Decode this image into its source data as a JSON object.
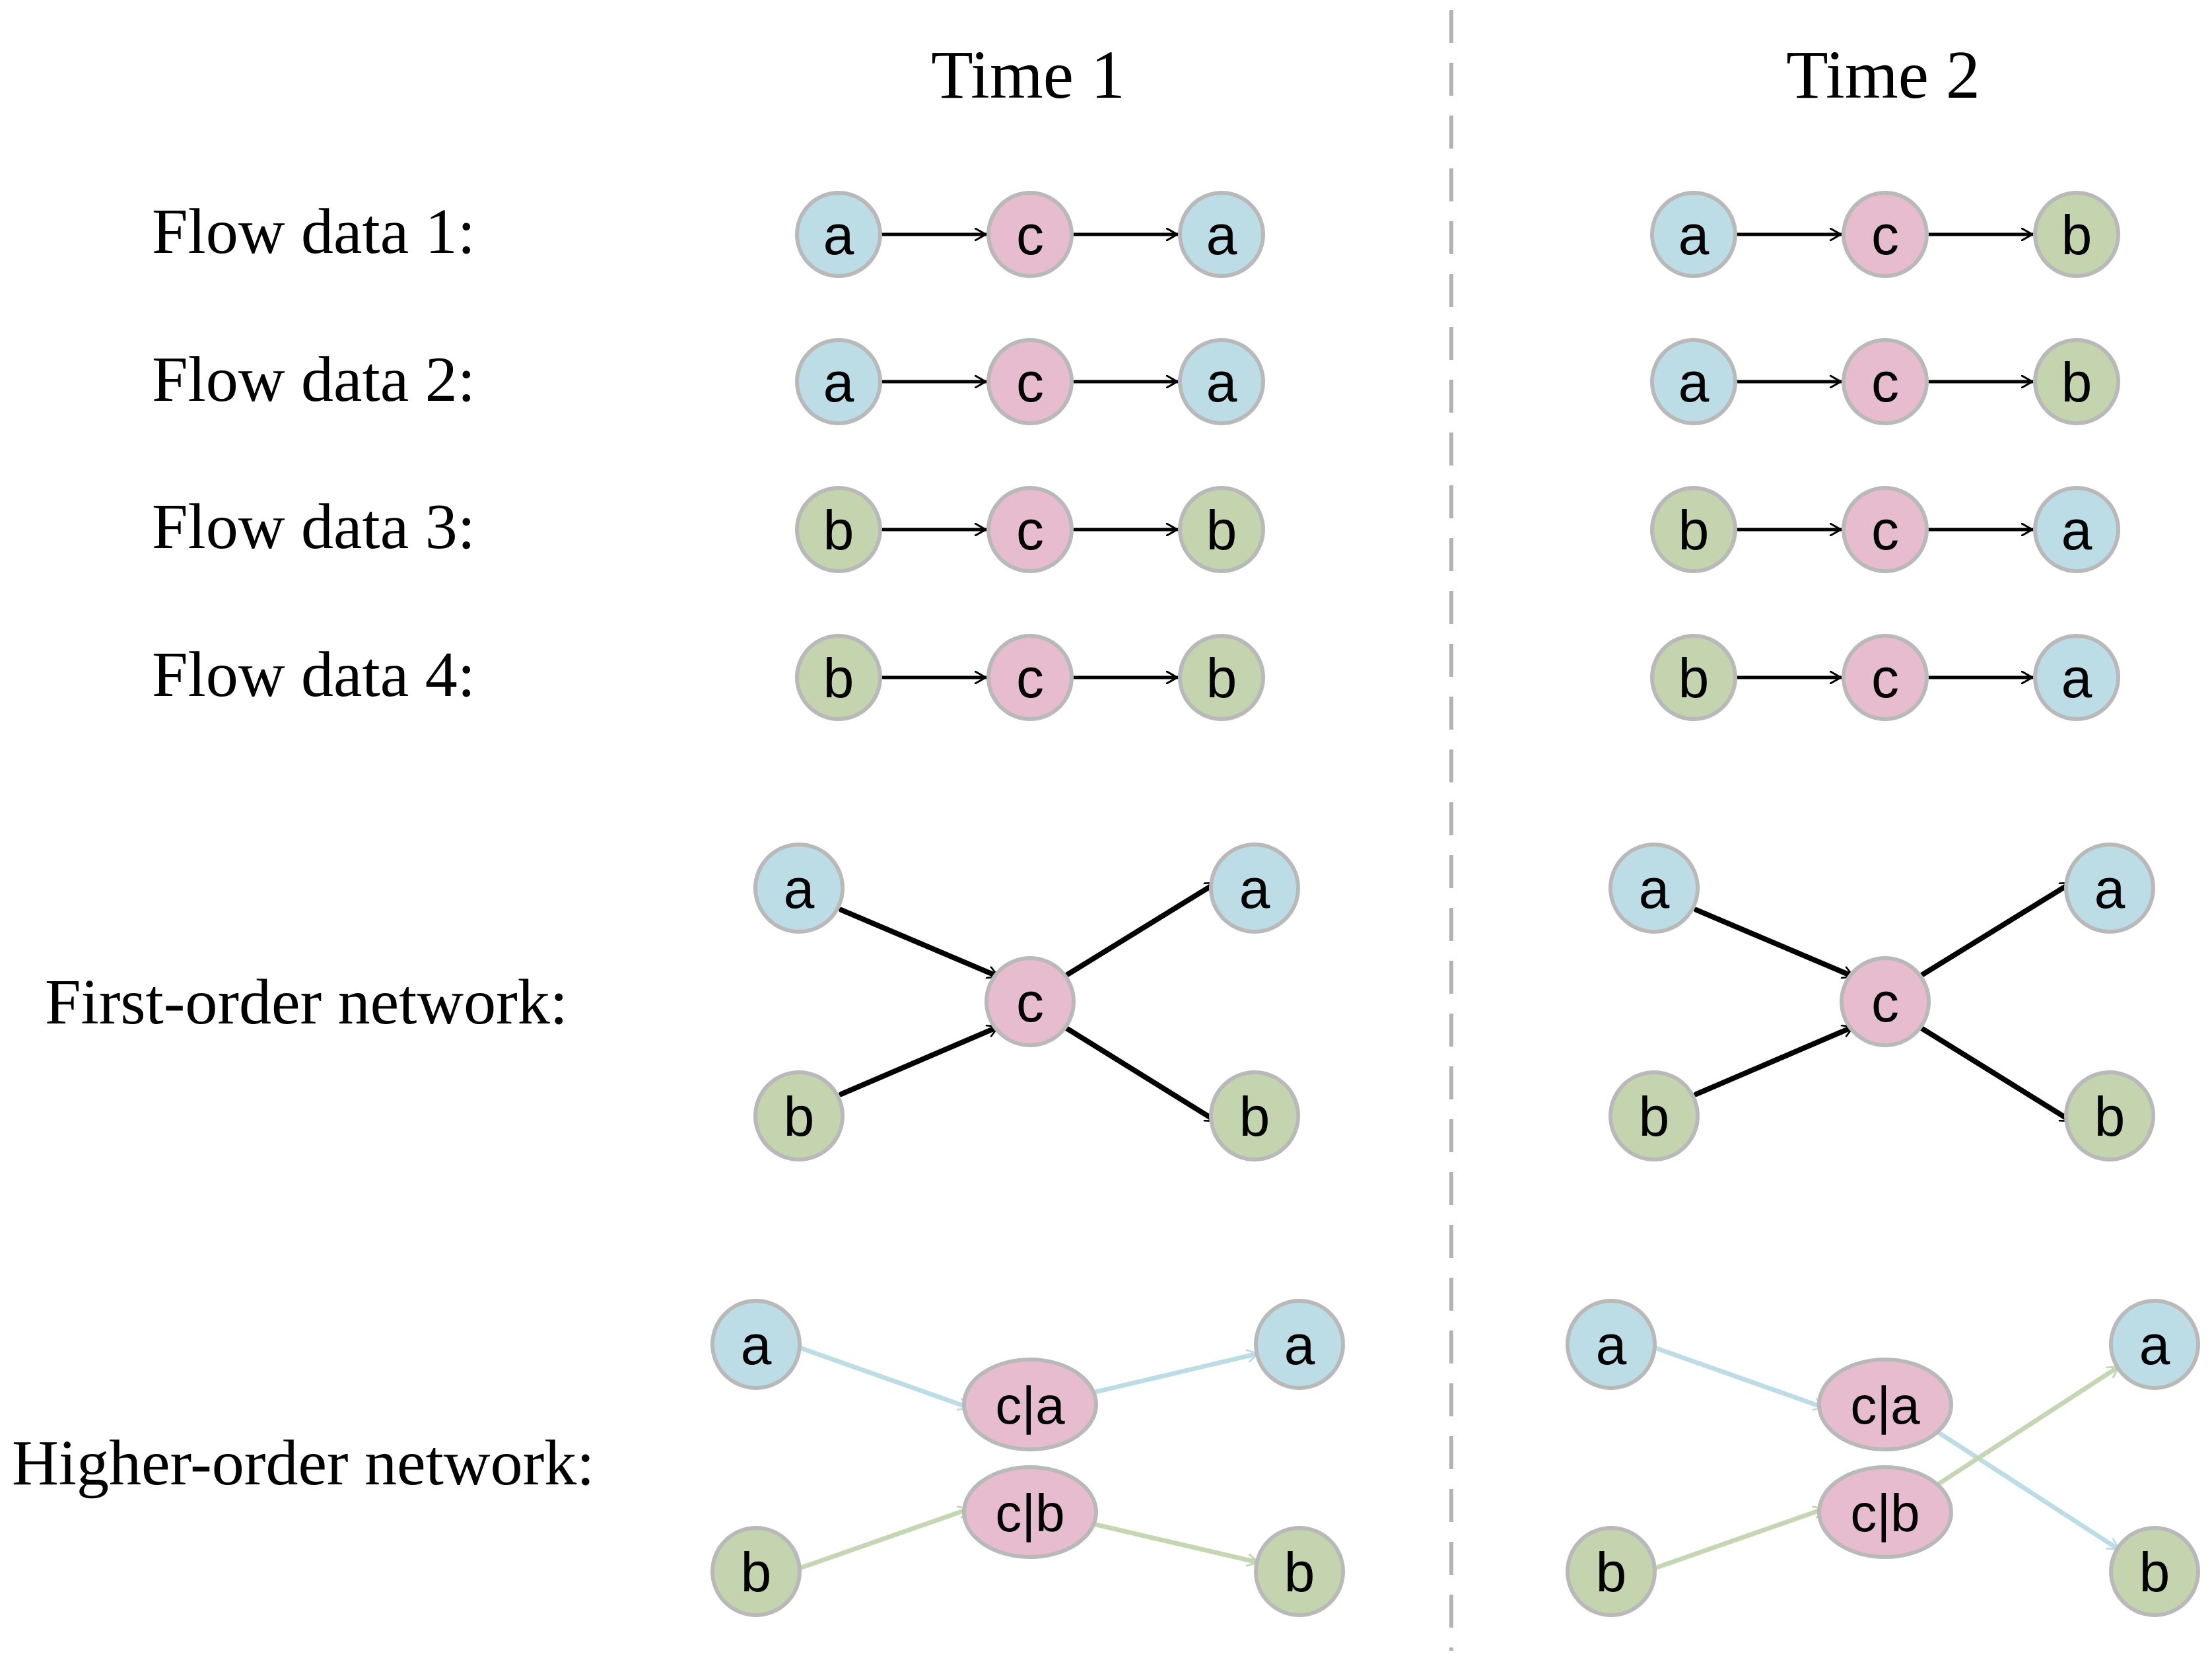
{
  "columns": [
    {
      "id": "t1",
      "title": "Time 1"
    },
    {
      "id": "t2",
      "title": "Time 2"
    }
  ],
  "colors": {
    "a": "#bddde6",
    "b": "#c3d4ae",
    "c": "#e7bccf",
    "node_stroke": "#b9b9b9",
    "edge_black": "#000000",
    "edge_a": "#bcdce6",
    "edge_b": "#c5d6b2",
    "divider": "#b3b3b3"
  },
  "flow_rows": [
    {
      "label": "Flow data 1:",
      "t1": [
        "a",
        "c",
        "a"
      ],
      "t2": [
        "a",
        "c",
        "b"
      ]
    },
    {
      "label": "Flow data 2:",
      "t1": [
        "a",
        "c",
        "a"
      ],
      "t2": [
        "a",
        "c",
        "b"
      ]
    },
    {
      "label": "Flow data 3:",
      "t1": [
        "b",
        "c",
        "b"
      ],
      "t2": [
        "b",
        "c",
        "a"
      ]
    },
    {
      "label": "Flow data 4:",
      "t1": [
        "b",
        "c",
        "b"
      ],
      "t2": [
        "b",
        "c",
        "a"
      ]
    }
  ],
  "first_order": {
    "label": "First-order network:",
    "nodes": {
      "in_top": "a",
      "in_bottom": "b",
      "center": "c",
      "out_top": "a",
      "out_bottom": "b"
    }
  },
  "higher_order": {
    "label": "Higher-order network:",
    "nodes": {
      "in_top": "a",
      "in_bottom": "b",
      "state_a": "c|a",
      "state_b": "c|b",
      "out_top": "a",
      "out_bottom": "b"
    },
    "t1_links": [
      {
        "from": "c|a",
        "to": "a"
      },
      {
        "from": "c|b",
        "to": "b"
      }
    ],
    "t2_links": [
      {
        "from": "c|a",
        "to": "b"
      },
      {
        "from": "c|b",
        "to": "a"
      }
    ]
  }
}
